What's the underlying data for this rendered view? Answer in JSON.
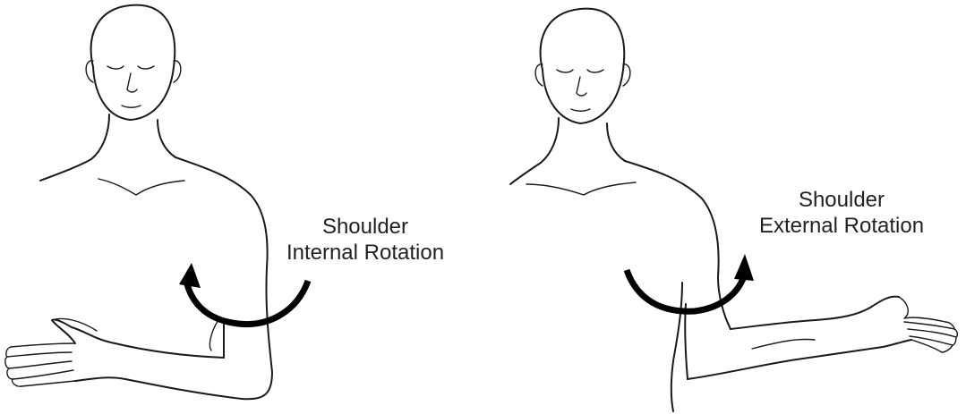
{
  "internal": {
    "line1": "Shoulder",
    "line2": "Internal Rotation"
  },
  "external": {
    "line1": "Shoulder",
    "line2": "External Rotation"
  },
  "colors": {
    "ink": "#1a1a1a",
    "arrow": "#000000",
    "text": "#222222",
    "background": "#ffffff"
  }
}
